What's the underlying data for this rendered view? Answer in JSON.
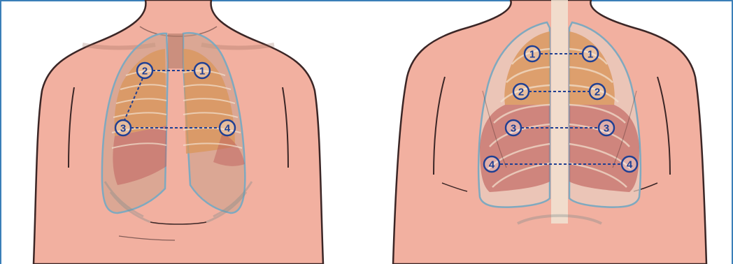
{
  "colors": {
    "frame": "#3a7fb8",
    "skin": "#f2b0a0",
    "skin_outline": "#3b2626",
    "lung_upper": "#d9955a",
    "lung_lower": "#c0625e",
    "pleura": "#7fa9bf",
    "marker": "#1f3f93"
  },
  "views": [
    {
      "name": "anterior",
      "points": [
        {
          "label": "1",
          "pos": "right-upper"
        },
        {
          "label": "2",
          "pos": "left-upper"
        },
        {
          "label": "3",
          "pos": "left-lower"
        },
        {
          "label": "4",
          "pos": "right-lower"
        }
      ]
    },
    {
      "name": "posterior",
      "points": [
        {
          "label": "1",
          "pos": "left-apex"
        },
        {
          "label": "1",
          "pos": "right-apex"
        },
        {
          "label": "2",
          "pos": "left-upper"
        },
        {
          "label": "2",
          "pos": "right-upper"
        },
        {
          "label": "3",
          "pos": "left-middle"
        },
        {
          "label": "3",
          "pos": "right-middle"
        },
        {
          "label": "4",
          "pos": "left-base"
        },
        {
          "label": "4",
          "pos": "right-base"
        }
      ]
    }
  ]
}
